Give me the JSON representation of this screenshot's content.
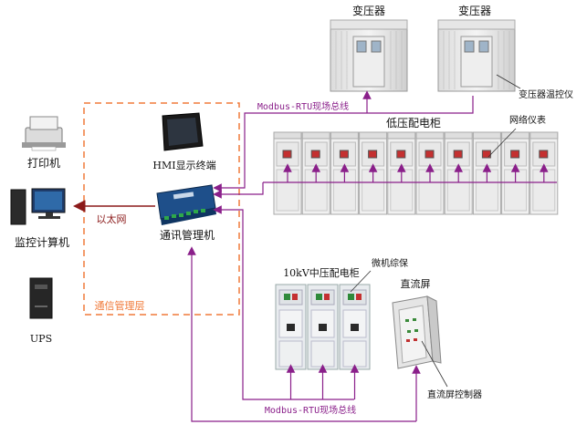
{
  "labels": {
    "transformer_1": "变压器",
    "transformer_2": "变压器",
    "transformer_temp": "变压器温控仪",
    "bus_top": "Modbus-RTU现场总线",
    "low_voltage": "低压配电柜",
    "network_meter": "网络仪表",
    "printer": "打印机",
    "hmi": "HMI显示终端",
    "ethernet": "以太网",
    "comm_manager": "通讯管理机",
    "monitor_pc": "监控计算机",
    "mid_voltage": "10kV中压配电柜",
    "protection": "微机综保",
    "dc_panel": "直流屏",
    "comm_layer": "通信管理层",
    "ups": "UPS",
    "dc_controller": "直流屏控制器",
    "bus_bottom": "Modbus-RTU现场总线"
  },
  "colors": {
    "bus": "#8a1f8a",
    "ethernet": "#8b1a1a",
    "layer_border": "#f07a3a"
  },
  "counts": {
    "low_voltage_cabinets": 10,
    "mid_voltage_cabinets": 3
  }
}
